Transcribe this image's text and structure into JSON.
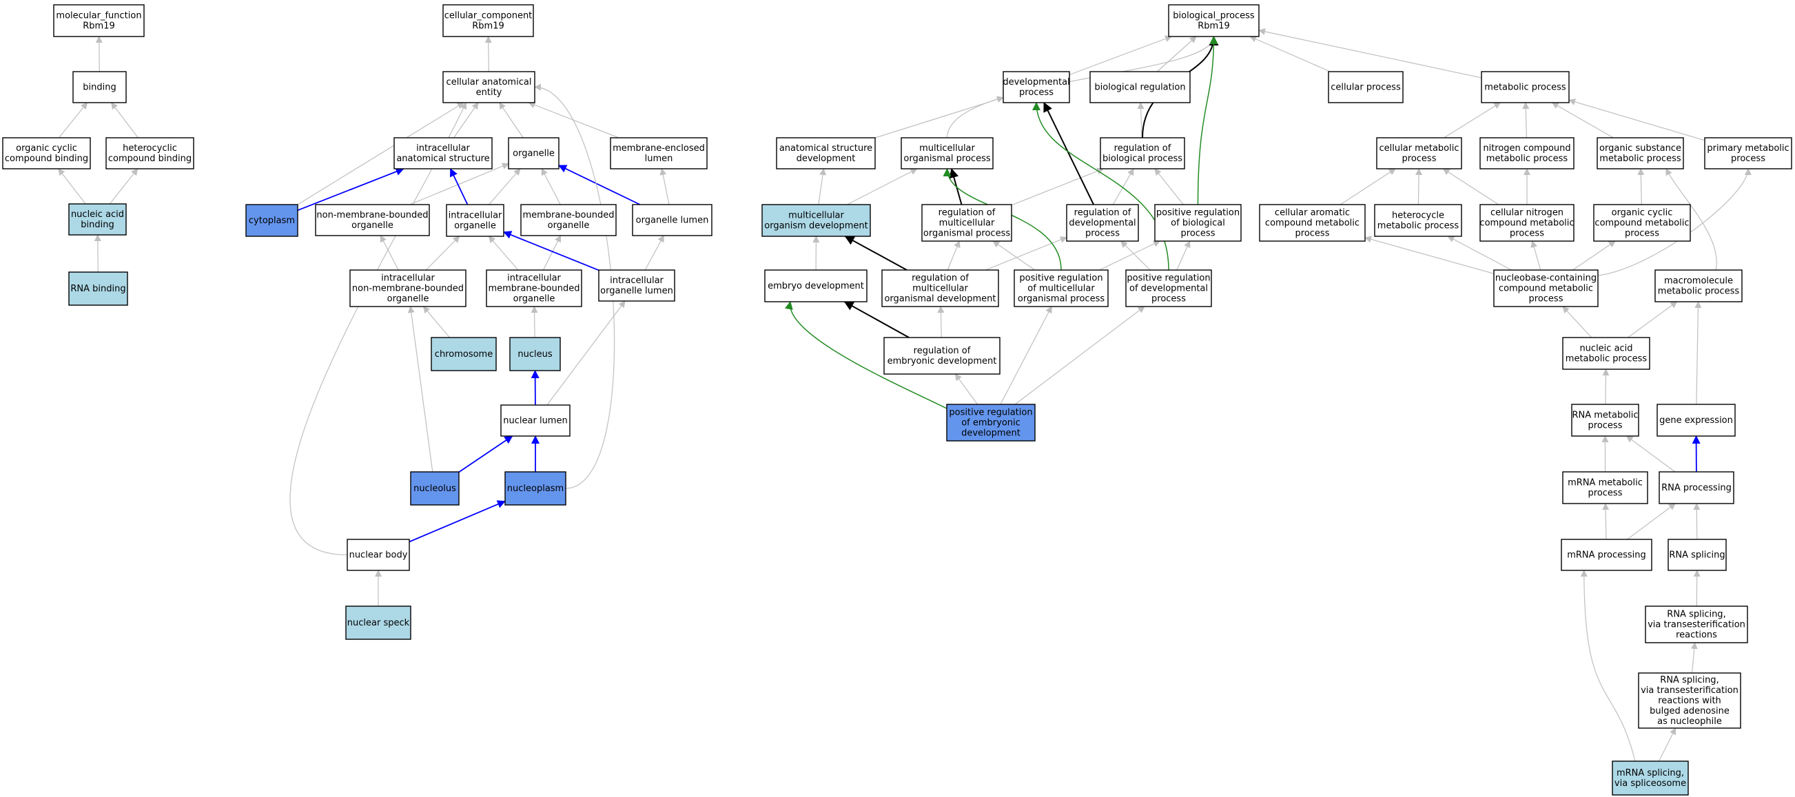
{
  "colors": {
    "plain": "#ffffff",
    "highlight_light": "#add8e6",
    "highlight_dark": "#6495ed",
    "edge_gray": "#bfbfbf",
    "edge_blue": "#0000ff",
    "edge_black": "#000000",
    "edge_green": "#228b22"
  },
  "nodes": [
    {
      "id": "mf",
      "lines": [
        "molecular_function",
        "Rbm19"
      ],
      "fill": "plain"
    },
    {
      "id": "binding",
      "lines": [
        "binding"
      ],
      "fill": "plain"
    },
    {
      "id": "ocb",
      "lines": [
        "organic cyclic",
        "compound binding"
      ],
      "fill": "plain"
    },
    {
      "id": "hcb",
      "lines": [
        "heterocyclic",
        "compound binding"
      ],
      "fill": "plain"
    },
    {
      "id": "nab",
      "lines": [
        "nucleic acid",
        "binding"
      ],
      "fill": "highlight_light"
    },
    {
      "id": "rnab",
      "lines": [
        "RNA binding"
      ],
      "fill": "highlight_light"
    },
    {
      "id": "cc",
      "lines": [
        "cellular_component",
        "Rbm19"
      ],
      "fill": "plain"
    },
    {
      "id": "cae",
      "lines": [
        "cellular anatomical",
        "entity"
      ],
      "fill": "plain"
    },
    {
      "id": "ias",
      "lines": [
        "intracellular",
        "anatomical structure"
      ],
      "fill": "plain"
    },
    {
      "id": "organelle",
      "lines": [
        "organelle"
      ],
      "fill": "plain"
    },
    {
      "id": "mel",
      "lines": [
        "membrane-enclosed",
        "lumen"
      ],
      "fill": "plain"
    },
    {
      "id": "cytoplasm",
      "lines": [
        "cytoplasm"
      ],
      "fill": "highlight_dark"
    },
    {
      "id": "nmbo",
      "lines": [
        "non-membrane-bounded",
        "organelle"
      ],
      "fill": "plain"
    },
    {
      "id": "io",
      "lines": [
        "intracellular",
        "organelle"
      ],
      "fill": "plain"
    },
    {
      "id": "mbo",
      "lines": [
        "membrane-bounded",
        "organelle"
      ],
      "fill": "plain"
    },
    {
      "id": "ol",
      "lines": [
        "organelle lumen"
      ],
      "fill": "plain"
    },
    {
      "id": "inmbo",
      "lines": [
        "intracellular",
        "non-membrane-bounded",
        "organelle"
      ],
      "fill": "plain"
    },
    {
      "id": "imbo",
      "lines": [
        "intracellular",
        "membrane-bounded",
        "organelle"
      ],
      "fill": "plain"
    },
    {
      "id": "iol",
      "lines": [
        "intracellular",
        "organelle lumen"
      ],
      "fill": "plain"
    },
    {
      "id": "chromosome",
      "lines": [
        "chromosome"
      ],
      "fill": "highlight_light"
    },
    {
      "id": "nucleus",
      "lines": [
        "nucleus"
      ],
      "fill": "highlight_light"
    },
    {
      "id": "nl",
      "lines": [
        "nuclear lumen"
      ],
      "fill": "plain"
    },
    {
      "id": "nucleolus",
      "lines": [
        "nucleolus"
      ],
      "fill": "highlight_dark"
    },
    {
      "id": "nucleoplasm",
      "lines": [
        "nucleoplasm"
      ],
      "fill": "highlight_dark"
    },
    {
      "id": "nb",
      "lines": [
        "nuclear body"
      ],
      "fill": "plain"
    },
    {
      "id": "ns",
      "lines": [
        "nuclear speck"
      ],
      "fill": "highlight_light"
    },
    {
      "id": "bp",
      "lines": [
        "biological_process",
        "Rbm19"
      ],
      "fill": "plain"
    },
    {
      "id": "dp",
      "lines": [
        "developmental",
        "process"
      ],
      "fill": "plain"
    },
    {
      "id": "breg",
      "lines": [
        "biological regulation"
      ],
      "fill": "plain"
    },
    {
      "id": "cp",
      "lines": [
        "cellular process"
      ],
      "fill": "plain"
    },
    {
      "id": "mp",
      "lines": [
        "metabolic process"
      ],
      "fill": "plain"
    },
    {
      "id": "asd",
      "lines": [
        "anatomical structure",
        "development"
      ],
      "fill": "plain"
    },
    {
      "id": "mop",
      "lines": [
        "multicellular",
        "organismal process"
      ],
      "fill": "plain"
    },
    {
      "id": "rbp",
      "lines": [
        "regulation of",
        "biological process"
      ],
      "fill": "plain"
    },
    {
      "id": "mod",
      "lines": [
        "multicellular",
        "organism development"
      ],
      "fill": "highlight_light"
    },
    {
      "id": "rmop",
      "lines": [
        "regulation of",
        "multicellular",
        "organismal process"
      ],
      "fill": "plain"
    },
    {
      "id": "rdp",
      "lines": [
        "regulation of",
        "developmental",
        "process"
      ],
      "fill": "plain"
    },
    {
      "id": "prbp",
      "lines": [
        "positive regulation",
        "of biological",
        "process"
      ],
      "fill": "plain"
    },
    {
      "id": "ed",
      "lines": [
        "embryo development"
      ],
      "fill": "plain"
    },
    {
      "id": "rmod",
      "lines": [
        "regulation of",
        "multicellular",
        "organismal development"
      ],
      "fill": "plain"
    },
    {
      "id": "prmop",
      "lines": [
        "positive regulation",
        "of multicellular",
        "organismal process"
      ],
      "fill": "plain"
    },
    {
      "id": "prdp",
      "lines": [
        "positive regulation",
        "of developmental",
        "process"
      ],
      "fill": "plain"
    },
    {
      "id": "red",
      "lines": [
        "regulation of",
        "embryonic development"
      ],
      "fill": "plain"
    },
    {
      "id": "pred",
      "lines": [
        "positive regulation",
        "of embryonic",
        "development"
      ],
      "fill": "highlight_dark"
    },
    {
      "id": "cmp",
      "lines": [
        "cellular metabolic",
        "process"
      ],
      "fill": "plain"
    },
    {
      "id": "ncmp",
      "lines": [
        "nitrogen compound",
        "metabolic process"
      ],
      "fill": "plain"
    },
    {
      "id": "osmp",
      "lines": [
        "organic substance",
        "metabolic process"
      ],
      "fill": "plain"
    },
    {
      "id": "pmp",
      "lines": [
        "primary metabolic",
        "process"
      ],
      "fill": "plain"
    },
    {
      "id": "cacmp",
      "lines": [
        "cellular aromatic",
        "compound metabolic",
        "process"
      ],
      "fill": "plain"
    },
    {
      "id": "hmp",
      "lines": [
        "heterocycle",
        "metabolic process"
      ],
      "fill": "plain"
    },
    {
      "id": "cncmp",
      "lines": [
        "cellular nitrogen",
        "compound metabolic",
        "process"
      ],
      "fill": "plain"
    },
    {
      "id": "occmp",
      "lines": [
        "organic cyclic",
        "compound metabolic",
        "process"
      ],
      "fill": "plain"
    },
    {
      "id": "nccmp",
      "lines": [
        "nucleobase-containing",
        "compound metabolic",
        "process"
      ],
      "fill": "plain"
    },
    {
      "id": "macmp",
      "lines": [
        "macromolecule",
        "metabolic process"
      ],
      "fill": "plain"
    },
    {
      "id": "namp",
      "lines": [
        "nucleic acid",
        "metabolic process"
      ],
      "fill": "plain"
    },
    {
      "id": "rnamp",
      "lines": [
        "RNA metabolic",
        "process"
      ],
      "fill": "plain"
    },
    {
      "id": "ge",
      "lines": [
        "gene expression"
      ],
      "fill": "plain"
    },
    {
      "id": "mrnamp",
      "lines": [
        "mRNA metabolic",
        "process"
      ],
      "fill": "plain"
    },
    {
      "id": "rnap",
      "lines": [
        "RNA processing"
      ],
      "fill": "plain"
    },
    {
      "id": "mrnap",
      "lines": [
        "mRNA processing"
      ],
      "fill": "plain"
    },
    {
      "id": "rnas",
      "lines": [
        "RNA splicing"
      ],
      "fill": "plain"
    },
    {
      "id": "rnast",
      "lines": [
        "RNA splicing,",
        "via transesterification",
        "reactions"
      ],
      "fill": "plain"
    },
    {
      "id": "rnastb",
      "lines": [
        "RNA splicing,",
        "via transesterification",
        "reactions with",
        "bulged adenosine",
        "as nucleophile"
      ],
      "fill": "plain"
    },
    {
      "id": "mrnas",
      "lines": [
        "mRNA splicing,",
        "via spliceosome"
      ],
      "fill": "highlight_light"
    }
  ],
  "edges": [
    {
      "from": "binding",
      "to": "mf",
      "kind": "gray"
    },
    {
      "from": "ocb",
      "to": "binding",
      "kind": "gray"
    },
    {
      "from": "hcb",
      "to": "binding",
      "kind": "gray"
    },
    {
      "from": "nab",
      "to": "ocb",
      "kind": "gray"
    },
    {
      "from": "nab",
      "to": "hcb",
      "kind": "gray"
    },
    {
      "from": "rnab",
      "to": "nab",
      "kind": "gray"
    },
    {
      "from": "cae",
      "to": "cc",
      "kind": "gray"
    },
    {
      "from": "ias",
      "to": "cae",
      "kind": "gray"
    },
    {
      "from": "organelle",
      "to": "cae",
      "kind": "gray"
    },
    {
      "from": "mel",
      "to": "cae",
      "kind": "gray"
    },
    {
      "from": "cytoplasm",
      "to": "cae",
      "kind": "gray"
    },
    {
      "from": "cytoplasm",
      "to": "ias",
      "kind": "blue"
    },
    {
      "from": "nmbo",
      "to": "organelle",
      "kind": "gray"
    },
    {
      "from": "io",
      "to": "organelle",
      "kind": "gray"
    },
    {
      "from": "io",
      "to": "ias",
      "kind": "blue"
    },
    {
      "from": "mbo",
      "to": "organelle",
      "kind": "gray"
    },
    {
      "from": "ol",
      "to": "organelle",
      "kind": "blue"
    },
    {
      "from": "ol",
      "to": "mel",
      "kind": "gray"
    },
    {
      "from": "inmbo",
      "to": "nmbo",
      "kind": "gray"
    },
    {
      "from": "inmbo",
      "to": "io",
      "kind": "gray"
    },
    {
      "from": "imbo",
      "to": "io",
      "kind": "gray"
    },
    {
      "from": "imbo",
      "to": "mbo",
      "kind": "gray"
    },
    {
      "from": "iol",
      "to": "ol",
      "kind": "gray"
    },
    {
      "from": "iol",
      "to": "io",
      "kind": "blue"
    },
    {
      "from": "chromosome",
      "to": "inmbo",
      "kind": "gray"
    },
    {
      "from": "nucleus",
      "to": "imbo",
      "kind": "gray"
    },
    {
      "from": "nl",
      "to": "nucleus",
      "kind": "blue"
    },
    {
      "from": "nl",
      "to": "iol",
      "kind": "gray"
    },
    {
      "from": "nucleolus",
      "to": "inmbo",
      "kind": "gray"
    },
    {
      "from": "nucleolus",
      "to": "nl",
      "kind": "blue"
    },
    {
      "from": "nucleoplasm",
      "to": "nl",
      "kind": "blue"
    },
    {
      "from": "nucleoplasm",
      "to": "cae",
      "kind": "gray",
      "curve": "right"
    },
    {
      "from": "nb",
      "to": "nucleoplasm",
      "kind": "blue"
    },
    {
      "from": "nb",
      "to": "cae",
      "kind": "gray",
      "curve": "left"
    },
    {
      "from": "ns",
      "to": "nb",
      "kind": "gray"
    },
    {
      "from": "dp",
      "to": "bp",
      "kind": "gray"
    },
    {
      "from": "breg",
      "to": "bp",
      "kind": "gray"
    },
    {
      "from": "cp",
      "to": "bp",
      "kind": "gray"
    },
    {
      "from": "mp",
      "to": "bp",
      "kind": "gray"
    },
    {
      "from": "mop",
      "to": "bp",
      "kind": "gray",
      "curve": "up"
    },
    {
      "from": "rbp",
      "to": "breg",
      "kind": "gray"
    },
    {
      "from": "rbp",
      "to": "bp",
      "kind": "black",
      "curve": "up"
    },
    {
      "from": "prbp",
      "to": "bp",
      "kind": "green",
      "curve": "up"
    },
    {
      "from": "asd",
      "to": "dp",
      "kind": "gray"
    },
    {
      "from": "mod",
      "to": "asd",
      "kind": "gray"
    },
    {
      "from": "mod",
      "to": "mop",
      "kind": "gray"
    },
    {
      "from": "rmop",
      "to": "mop",
      "kind": "black"
    },
    {
      "from": "rmop",
      "to": "rbp",
      "kind": "gray"
    },
    {
      "from": "rdp",
      "to": "rbp",
      "kind": "gray"
    },
    {
      "from": "rdp",
      "to": "dp",
      "kind": "black"
    },
    {
      "from": "prbp",
      "to": "rbp",
      "kind": "gray"
    },
    {
      "from": "ed",
      "to": "mod",
      "kind": "gray"
    },
    {
      "from": "rmod",
      "to": "mod",
      "kind": "black"
    },
    {
      "from": "rmod",
      "to": "rmop",
      "kind": "gray"
    },
    {
      "from": "rmod",
      "to": "rdp",
      "kind": "gray"
    },
    {
      "from": "prmop",
      "to": "rmop",
      "kind": "gray"
    },
    {
      "from": "prmop",
      "to": "prbp",
      "kind": "gray"
    },
    {
      "from": "prmop",
      "to": "mop",
      "kind": "green",
      "curve": "up"
    },
    {
      "from": "prdp",
      "to": "rdp",
      "kind": "gray"
    },
    {
      "from": "prdp",
      "to": "prbp",
      "kind": "gray"
    },
    {
      "from": "prdp",
      "to": "dp",
      "kind": "green",
      "curve": "up"
    },
    {
      "from": "red",
      "to": "ed",
      "kind": "black"
    },
    {
      "from": "red",
      "to": "rmod",
      "kind": "gray"
    },
    {
      "from": "pred",
      "to": "red",
      "kind": "gray"
    },
    {
      "from": "pred",
      "to": "prmop",
      "kind": "gray"
    },
    {
      "from": "pred",
      "to": "prdp",
      "kind": "gray"
    },
    {
      "from": "pred",
      "to": "ed",
      "kind": "green",
      "curve": "left"
    },
    {
      "from": "cmp",
      "to": "mp",
      "kind": "gray"
    },
    {
      "from": "ncmp",
      "to": "mp",
      "kind": "gray"
    },
    {
      "from": "osmp",
      "to": "mp",
      "kind": "gray"
    },
    {
      "from": "pmp",
      "to": "mp",
      "kind": "gray"
    },
    {
      "from": "cacmp",
      "to": "cmp",
      "kind": "gray"
    },
    {
      "from": "hmp",
      "to": "cmp",
      "kind": "gray"
    },
    {
      "from": "cncmp",
      "to": "cmp",
      "kind": "gray"
    },
    {
      "from": "cncmp",
      "to": "ncmp",
      "kind": "gray"
    },
    {
      "from": "occmp",
      "to": "osmp",
      "kind": "gray"
    },
    {
      "from": "nccmp",
      "to": "cacmp",
      "kind": "gray"
    },
    {
      "from": "nccmp",
      "to": "hmp",
      "kind": "gray"
    },
    {
      "from": "nccmp",
      "to": "cncmp",
      "kind": "gray"
    },
    {
      "from": "nccmp",
      "to": "occmp",
      "kind": "gray"
    },
    {
      "from": "nccmp",
      "to": "pmp",
      "kind": "gray",
      "curve": "right"
    },
    {
      "from": "macmp",
      "to": "osmp",
      "kind": "gray",
      "curve": "right"
    },
    {
      "from": "namp",
      "to": "nccmp",
      "kind": "gray"
    },
    {
      "from": "namp",
      "to": "macmp",
      "kind": "gray"
    },
    {
      "from": "rnamp",
      "to": "namp",
      "kind": "gray"
    },
    {
      "from": "ge",
      "to": "macmp",
      "kind": "gray"
    },
    {
      "from": "mrnamp",
      "to": "rnamp",
      "kind": "gray"
    },
    {
      "from": "rnap",
      "to": "rnamp",
      "kind": "gray"
    },
    {
      "from": "rnap",
      "to": "ge",
      "kind": "blue"
    },
    {
      "from": "mrnap",
      "to": "mrnamp",
      "kind": "gray"
    },
    {
      "from": "mrnap",
      "to": "rnap",
      "kind": "gray"
    },
    {
      "from": "rnas",
      "to": "rnap",
      "kind": "gray"
    },
    {
      "from": "rnast",
      "to": "rnas",
      "kind": "gray"
    },
    {
      "from": "rnastb",
      "to": "rnast",
      "kind": "gray"
    },
    {
      "from": "mrnas",
      "to": "rnastb",
      "kind": "gray"
    },
    {
      "from": "mrnas",
      "to": "mrnap",
      "kind": "gray",
      "curve": "left"
    }
  ]
}
